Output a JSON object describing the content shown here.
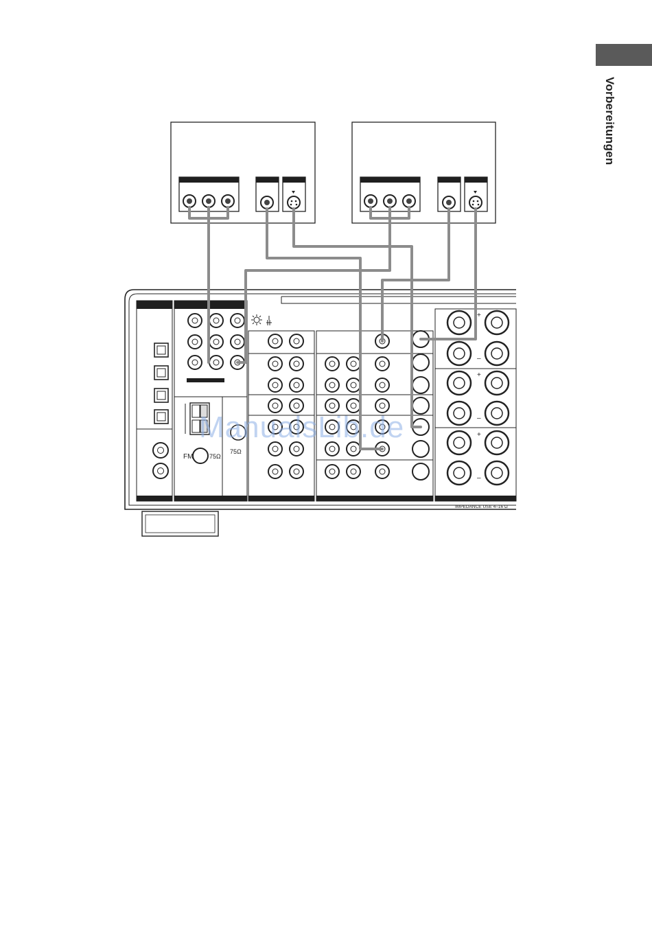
{
  "side_tab": {
    "label": "Vorbereitungen"
  },
  "receiver": {
    "fm_label": "FM",
    "fm_impedance": "75Ω",
    "am_impedance": "75Ω",
    "impedance_note": "IMPEDANCE USE 4–16 Ω",
    "speaker_plus": "+",
    "speaker_minus": "–"
  },
  "watermark": "ManualsLib.de",
  "colors": {
    "cable": "#8c8c8c",
    "line": "#222222",
    "label_bar": "#1f1f1f"
  }
}
